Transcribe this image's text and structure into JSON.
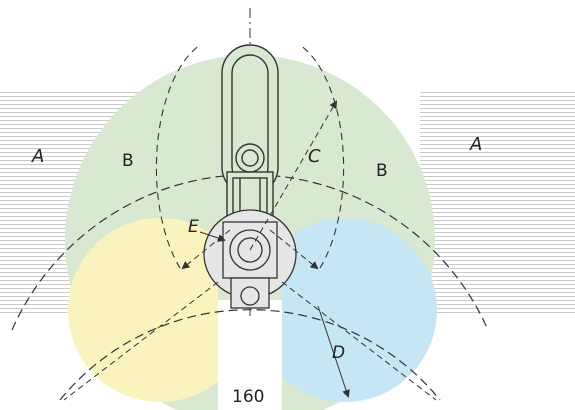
{
  "diagram": {
    "labels": {
      "a_left": "A",
      "a_right": "A",
      "b_left": "B",
      "b_right": "B",
      "c": "C",
      "d": "D",
      "e": "E",
      "bottom_dimension": "160"
    },
    "colors": {
      "stripes": "#c9c9c9",
      "green_zone": "#d9e8d0",
      "yellow_zone": "#fbf3bd",
      "blue_zone": "#c6e6f5",
      "line": "#333333"
    }
  }
}
